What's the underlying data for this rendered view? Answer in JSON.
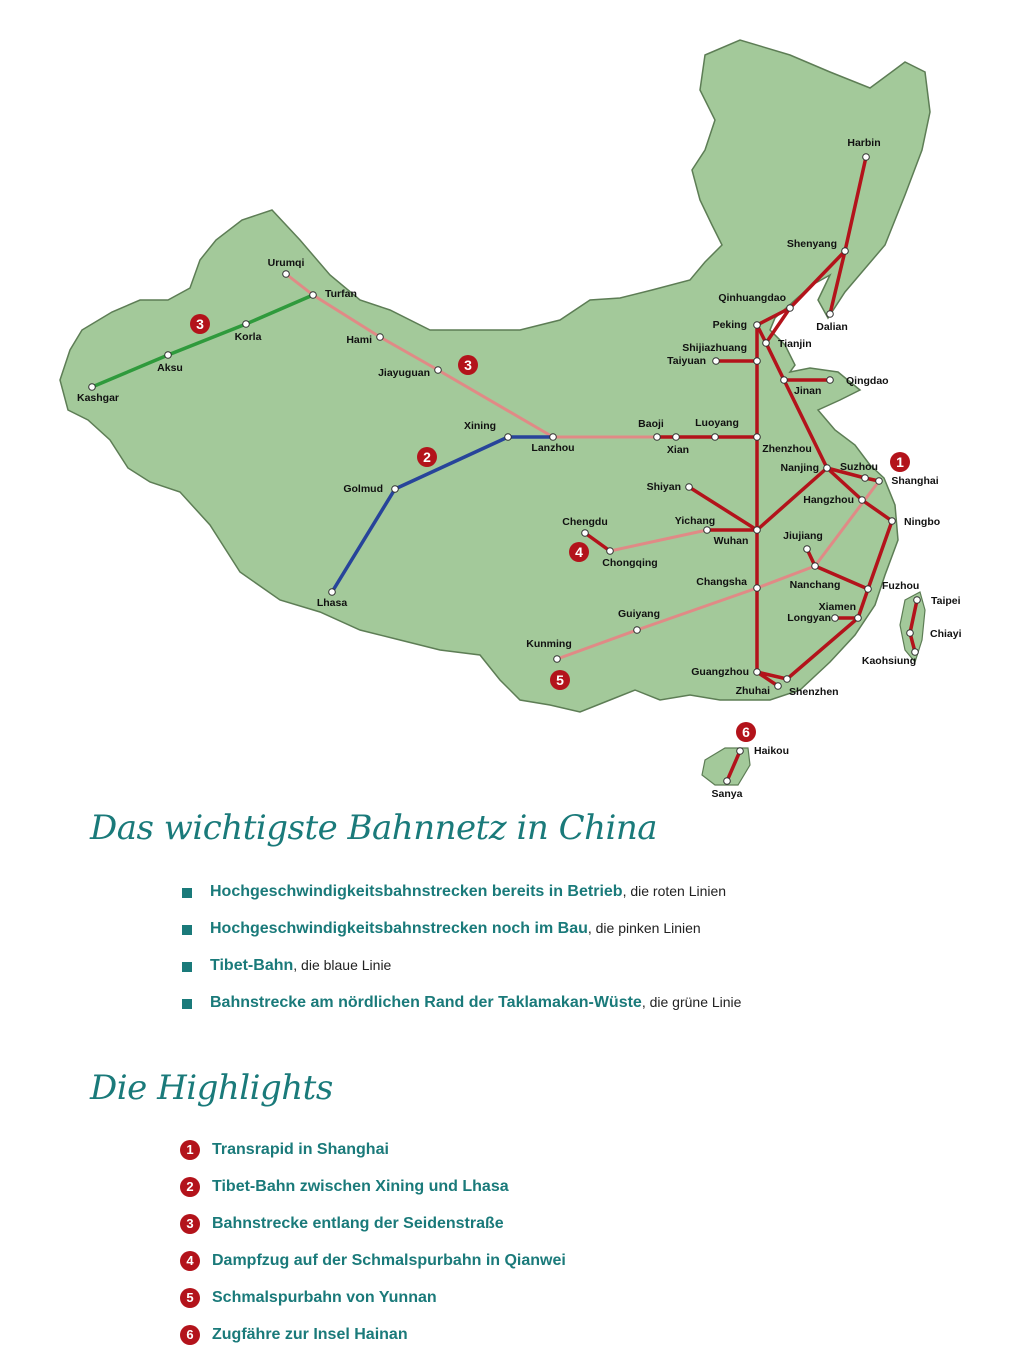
{
  "map": {
    "colors": {
      "land": "#a3c99a",
      "border": "#5d7d55",
      "red": "#b3131b",
      "pink": "#e08a86",
      "blue": "#27449a",
      "green": "#2f9a3c",
      "badge": "#b3131b"
    },
    "cities": [
      "Harbin",
      "Shenyang",
      "Dalian",
      "Qinhuangdao",
      "Peking",
      "Tianjin",
      "Shijiazhuang",
      "Taiyuan",
      "Jinan",
      "Qingdao",
      "Baoji",
      "Xian",
      "Luoyang",
      "Zhenzhou",
      "Nanjing",
      "Suzhou",
      "Shanghai",
      "Hangzhou",
      "Ningbo",
      "Shiyan",
      "Yichang",
      "Wuhan",
      "Jiujiang",
      "Nanchang",
      "Fuzhou",
      "Changsha",
      "Xiamen",
      "Longyan",
      "Guangzhou",
      "Shenzhen",
      "Zhuhai",
      "Guiyang",
      "Kunming",
      "Chengdu",
      "Chongqing",
      "Lanzhou",
      "Xining",
      "Golmud",
      "Lhasa",
      "Jiayuguan",
      "Hami",
      "Turfan",
      "Urumqi",
      "Korla",
      "Aksu",
      "Kashgar",
      "Haikou",
      "Sanya",
      "Taipei",
      "Chiayi",
      "Kaohsiung"
    ],
    "routes": [
      {
        "type": "red",
        "stops": [
          "Harbin",
          "Shenyang",
          "Qinhuangdao",
          "Peking"
        ]
      },
      {
        "type": "red",
        "stops": [
          "Shenyang",
          "Dalian"
        ]
      },
      {
        "type": "red",
        "stops": [
          "Qinhuangdao",
          "Tianjin"
        ]
      },
      {
        "type": "red",
        "stops": [
          "Peking",
          "Tianjin",
          "Jinan",
          "Nanjing"
        ]
      },
      {
        "type": "red",
        "stops": [
          "Jinan",
          "Qingdao"
        ]
      },
      {
        "type": "red",
        "stops": [
          "Peking",
          "Shijiazhuang",
          "Zhenzhou",
          "Wuhan",
          "Changsha",
          "Guangzhou"
        ]
      },
      {
        "type": "red",
        "stops": [
          "Shijiazhuang",
          "Taiyuan"
        ]
      },
      {
        "type": "red",
        "stops": [
          "Baoji",
          "Xian",
          "Luoyang",
          "Zhenzhou"
        ]
      },
      {
        "type": "red",
        "stops": [
          "Nanjing",
          "Suzhou",
          "Shanghai"
        ]
      },
      {
        "type": "red",
        "stops": [
          "Nanjing",
          "Hangzhou",
          "Ningbo",
          "Fuzhou",
          "Xiamen",
          "Shenzhen",
          "Guangzhou",
          "Zhuhai"
        ]
      },
      {
        "type": "red",
        "stops": [
          "Xiamen",
          "Longyan"
        ]
      },
      {
        "type": "red",
        "stops": [
          "Nanjing",
          "Wuhan"
        ]
      },
      {
        "type": "red",
        "stops": [
          "Shiyan",
          "Wuhan"
        ]
      },
      {
        "type": "red",
        "stops": [
          "Yichang",
          "Wuhan"
        ]
      },
      {
        "type": "red",
        "stops": [
          "Jiujiang",
          "Nanchang",
          "Fuzhou"
        ]
      },
      {
        "type": "red",
        "stops": [
          "Chengdu",
          "Chongqing"
        ]
      },
      {
        "type": "red",
        "stops": [
          "Haikou",
          "Sanya"
        ]
      },
      {
        "type": "red",
        "stops": [
          "Taipei",
          "Chiayi",
          "Kaohsiung"
        ]
      },
      {
        "type": "pink",
        "stops": [
          "Urumqi",
          "Turfan",
          "Hami",
          "Jiayuguan",
          "Lanzhou",
          "Baoji"
        ]
      },
      {
        "type": "pink",
        "stops": [
          "Chongqing",
          "Yichang"
        ]
      },
      {
        "type": "pink",
        "stops": [
          "Kunming",
          "Guiyang",
          "Changsha",
          "Nanchang",
          "Shanghai"
        ]
      },
      {
        "type": "blue",
        "stops": [
          "Lhasa",
          "Golmud",
          "Xining",
          "Lanzhou"
        ]
      },
      {
        "type": "green",
        "stops": [
          "Kashgar",
          "Aksu",
          "Korla",
          "Turfan"
        ]
      }
    ],
    "badges": [
      "1",
      "2",
      "3",
      "3",
      "4",
      "5",
      "6"
    ]
  },
  "title": "Das wichtigste Bahnnetz in China",
  "legend": [
    {
      "strong": "Hochgeschwindigkeitsbahnstrecken bereits in Betrieb",
      "weak": ", die roten Linien"
    },
    {
      "strong": "Hochgeschwindigkeitsbahnstrecken noch im Bau",
      "weak": ", die pinken Linien"
    },
    {
      "strong": "Tibet-Bahn",
      "weak": ", die blaue Linie"
    },
    {
      "strong": "Bahnstrecke am nördlichen Rand der Taklamakan-Wüste",
      "weak": ", die grüne Linie"
    }
  ],
  "highlights_title": "Die Highlights",
  "highlights": [
    {
      "num": "1",
      "text": "Transrapid in Shanghai"
    },
    {
      "num": "2",
      "text": "Tibet-Bahn zwischen Xining und Lhasa"
    },
    {
      "num": "3",
      "text": "Bahnstrecke entlang der Seidenstraße"
    },
    {
      "num": "4",
      "text": "Dampfzug auf der Schmalspurbahn in Qianwei"
    },
    {
      "num": "5",
      "text": "Schmalspurbahn von Yunnan"
    },
    {
      "num": "6",
      "text": "Zugfähre zur Insel Hainan"
    }
  ]
}
